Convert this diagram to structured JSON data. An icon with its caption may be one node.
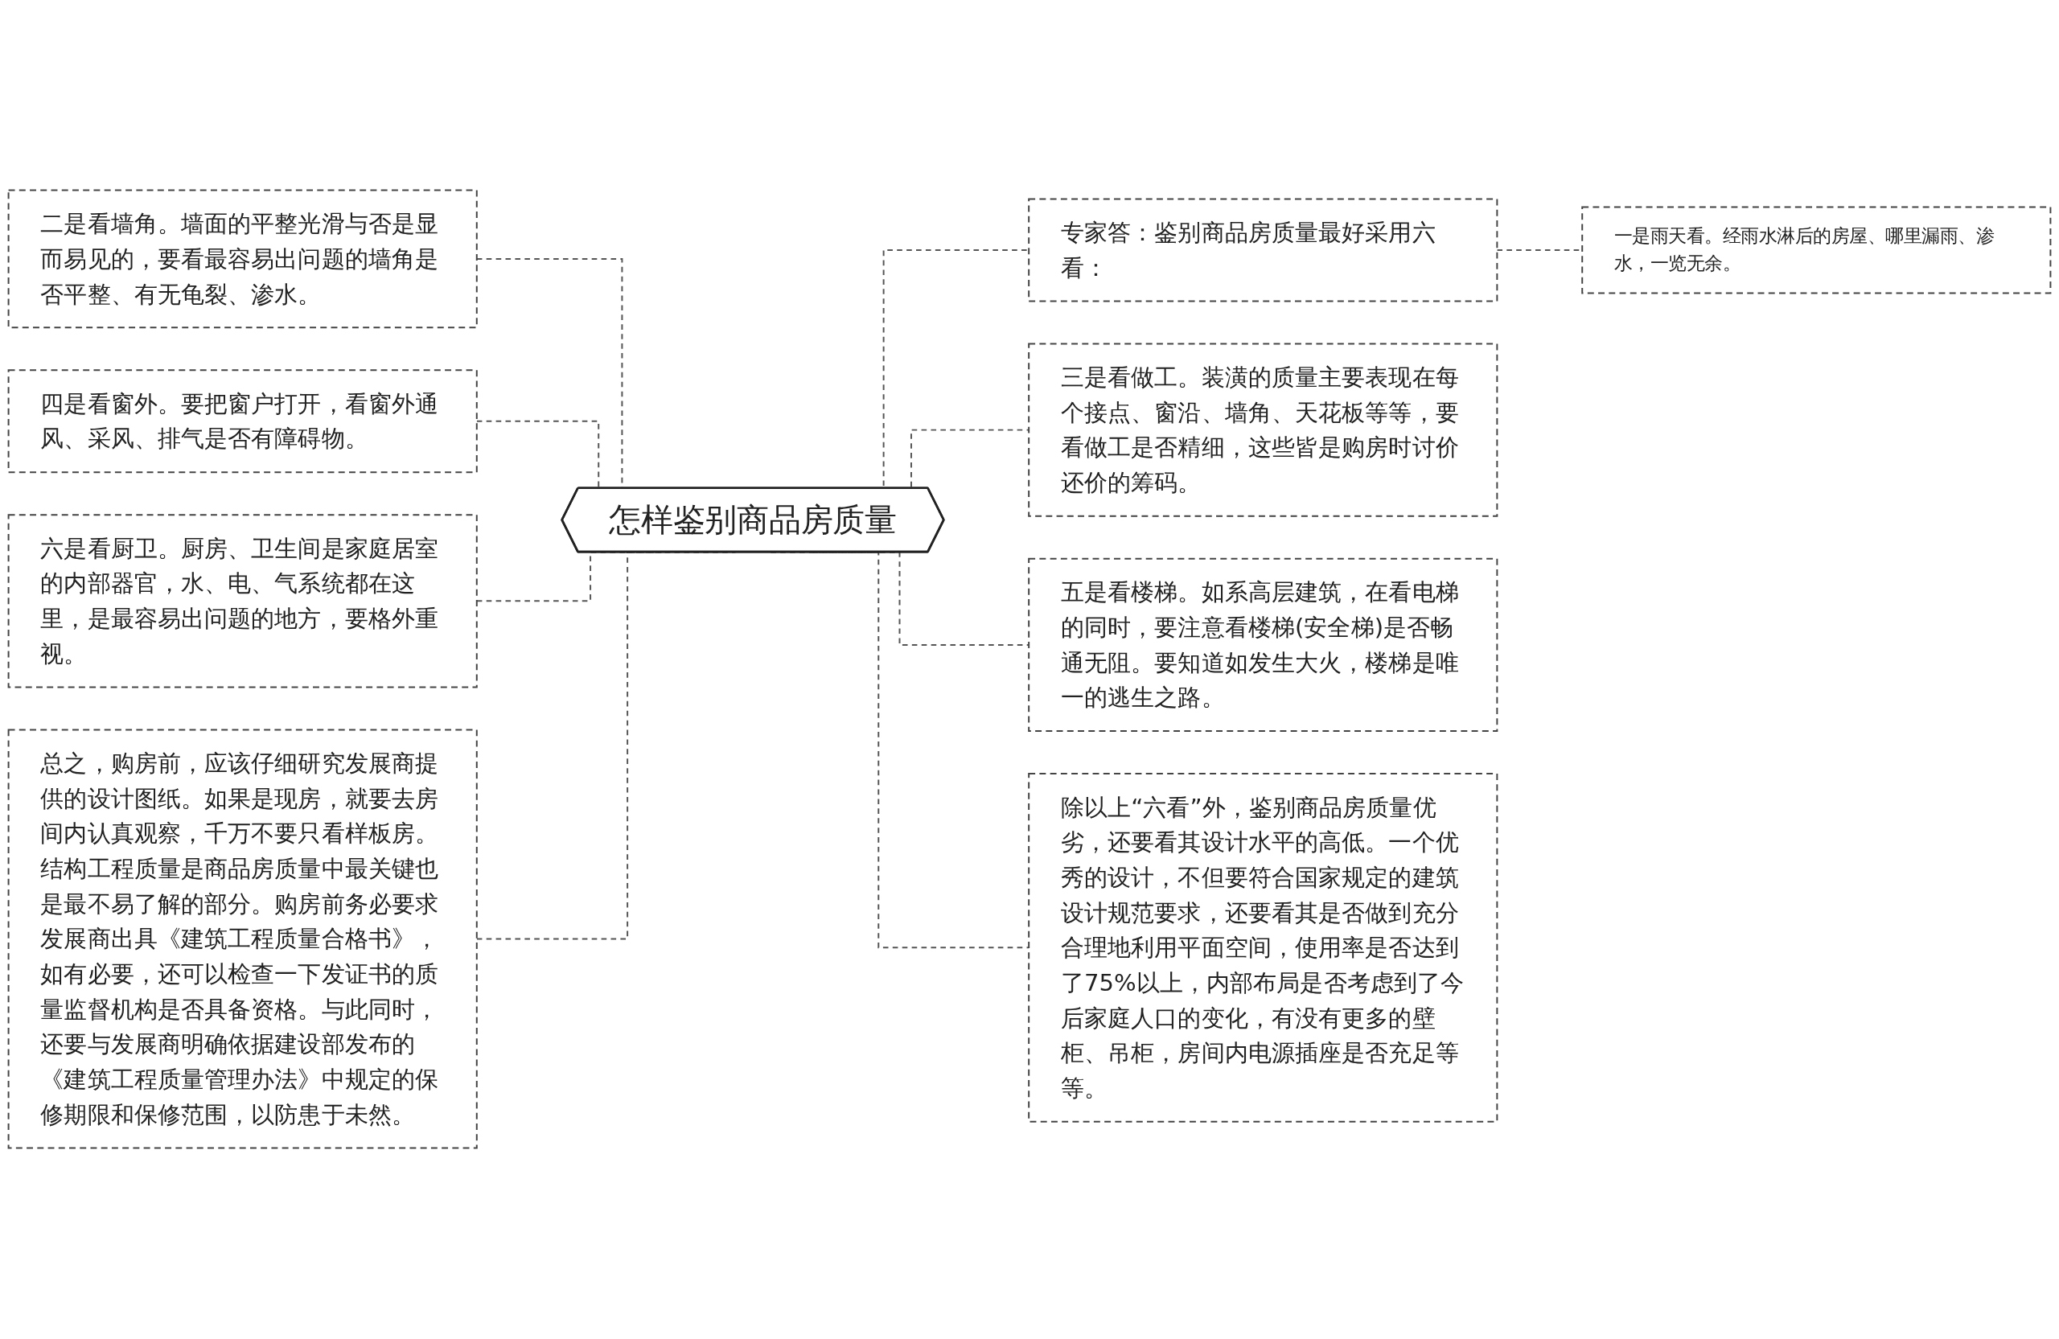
{
  "diagram": {
    "nodes": [
      {
        "text": [
          "怎样鉴别商品房质量"
        ]
      },
      {
        "text": [
          "二是看墙角。墙面的平整光滑与否是显而易见的，要看最容易出问题的墙角是否平整、有无龟裂、渗水。"
        ]
      },
      {
        "text": [
          "四是看窗外。要把窗户打开，看窗外通风、采风、排气是否有障碍物。"
        ]
      },
      {
        "text": [
          "六是看厨卫。厨房、卫生间是家庭居室的内部器官，水、电、气系统都在这里，是最容易出问题的地方，要格外重视。"
        ]
      },
      {
        "text": [
          "总之，购房前，应该仔细研究发展商提供的设计图纸。如果是现房，就要去房间内认真观察，千万不要只看样板房。结构工程质量是商品房质量中最关键也是最不易了解的部分。购房前务必要求发展商出具《建筑工程质量合格书》，如有必要，还可以检查一下发证书的质量监督机构是否具备资格。与此同时，还要与发展商明确依据建设部发布的《建筑工程质量管理办法》中规定的保修期限和保修范围，以防患于未然。"
        ]
      },
      {
        "text": [
          "专家答：鉴别商品房质量最好采用六看："
        ]
      },
      {
        "text": [
          "一是雨天看。经雨水淋后的房屋、哪里漏雨、渗水，一览无余。"
        ]
      },
      {
        "text": [
          "三是看做工。装潢的质量主要表现在每个接点、窗沿、墙角、天花板等等，要看做工是否精细，这些皆是购房时讨价还价的筹码。"
        ]
      },
      {
        "text": [
          "五是看楼梯。如系高层建筑，在看电梯的同时，要注意看楼梯(安全梯)是否畅通无阻。要知道如发生大火，楼梯是唯一的逃生之路。"
        ]
      },
      {
        "text": [
          "除以上“六看”外，鉴别商品房质量优劣，还要看其设计水平的高低。一个优秀的设计，不但要符合国家规定的建筑设计规范要求，还要看其是否做到充分合理地利用平面空间，使用率是否达到了75%以上，内部布局是否考虑到了今后家庭人口的变化，有没有更多的壁柜、吊柜，房间内电源插座是否充足等等。"
        ]
      }
    ],
    "edges": [
      {
        "from": 0,
        "to": 1,
        "arrow": "none",
        "style": "dashed"
      },
      {
        "from": 0,
        "to": 2,
        "arrow": "none",
        "style": "dashed"
      },
      {
        "from": 0,
        "to": 3,
        "arrow": "none",
        "style": "dashed"
      },
      {
        "from": 0,
        "to": 4,
        "arrow": "none",
        "style": "dashed"
      },
      {
        "from": 0,
        "to": 5,
        "arrow": "none",
        "style": "dashed"
      },
      {
        "from": 5,
        "to": 6,
        "arrow": "none",
        "style": "dashed"
      },
      {
        "from": 0,
        "to": 7,
        "arrow": "none",
        "style": "dashed"
      },
      {
        "from": 0,
        "to": 8,
        "arrow": "none",
        "style": "dashed"
      },
      {
        "from": 0,
        "to": 9,
        "arrow": "none",
        "style": "dashed"
      }
    ]
  }
}
